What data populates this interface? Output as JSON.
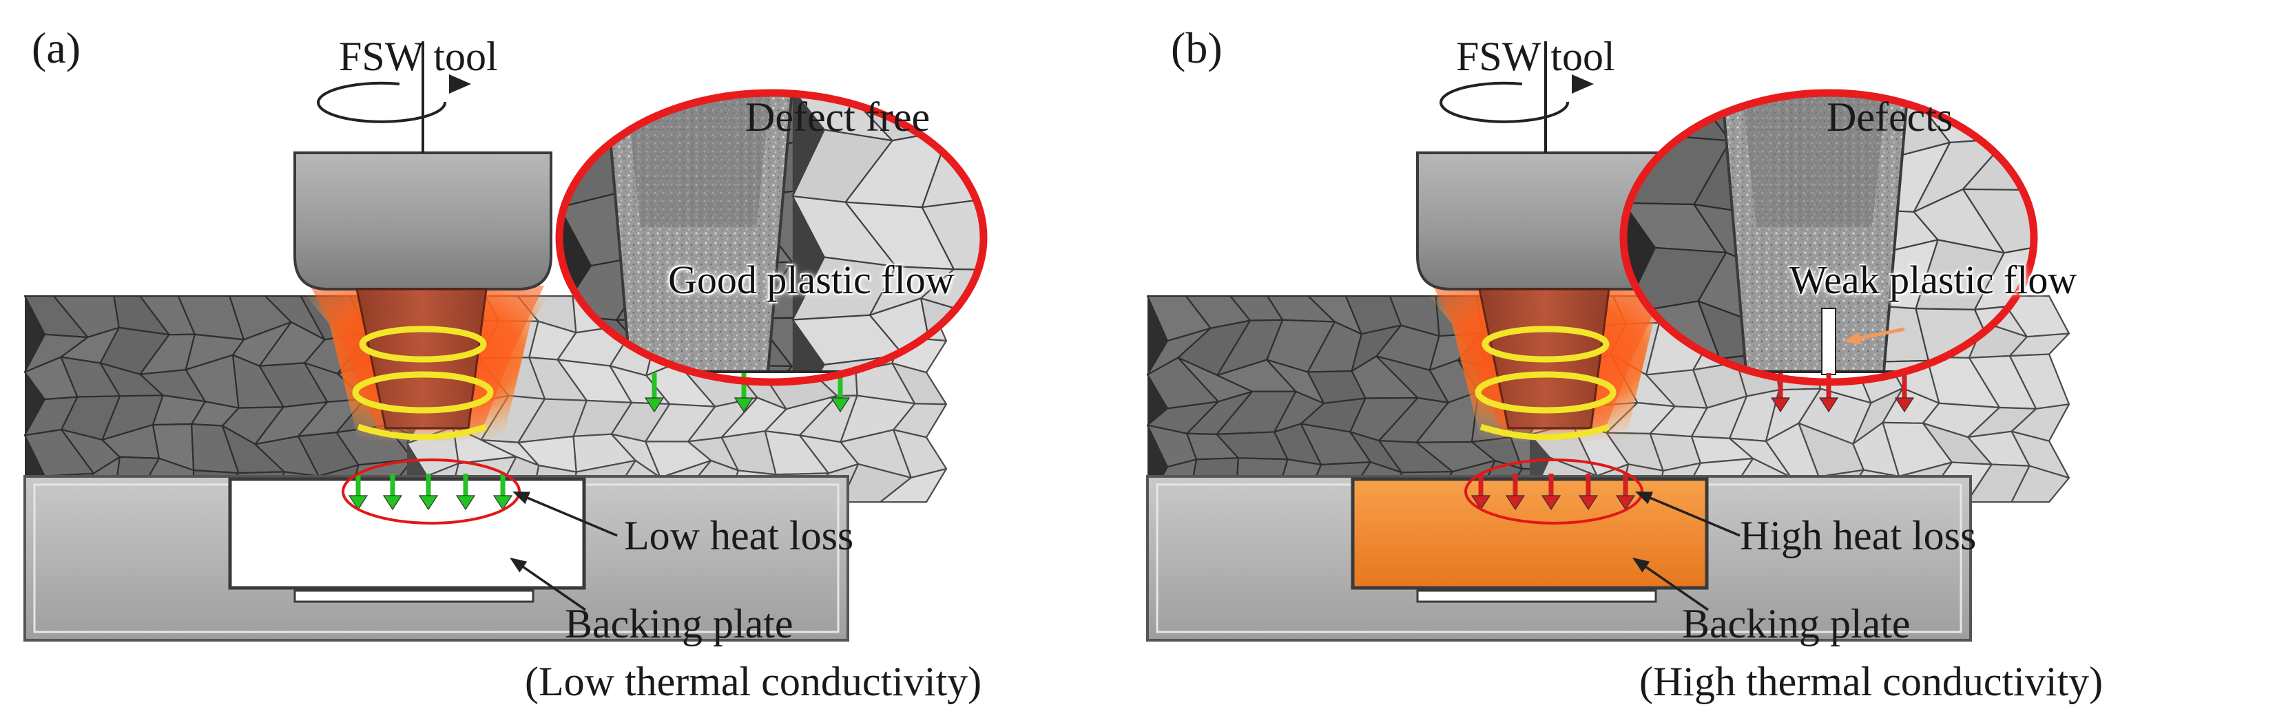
{
  "panels": [
    {
      "tag": "(a)",
      "tool_label": "FSW tool",
      "result_label": "Defect free",
      "flow_label": "Good plastic flow",
      "heat_label": "Low heat loss",
      "plate_label": "Backing plate",
      "conductivity_label": "(Low thermal conductivity)",
      "plate_color": "#ffffff",
      "arrow_color": "#22c322",
      "has_defect": false
    },
    {
      "tag": "(b)",
      "tool_label": "FSW tool",
      "result_label": "Defects",
      "flow_label": "Weak plastic flow",
      "heat_label": "High heat loss",
      "plate_label": "Backing plate",
      "conductivity_label": "(High thermal conductivity)",
      "plate_color": "#f28a2e",
      "arrow_color": "#d42020",
      "has_defect": true
    }
  ],
  "colors": {
    "tool": "#9a9a9a",
    "left_grains": "#6f6f6f",
    "right_grains": "#d6d6d6",
    "heat_zone": "#ff5a1a",
    "stir_ring": "#f2e62a",
    "magnifier_outline": "#e81c1c",
    "defect_arrow": "#f39a5a"
  }
}
